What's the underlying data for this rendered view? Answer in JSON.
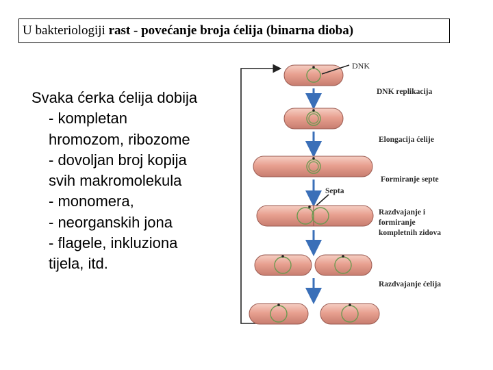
{
  "slide": {
    "title_plain": "U bakteriologiji ",
    "title_bold": "rast - povećanje broja ćelija (binarna dioba)"
  },
  "body": {
    "lead": "Svaka ćerka ćelija dobija",
    "items": [
      "- kompletan",
      "hromozom, ribozome",
      "- dovoljan broj kopija",
      "svih makromolekula",
      "- monomera,",
      "- neorganskih jona",
      "- flagele, inkluziona",
      "tijela, itd."
    ]
  },
  "diagram": {
    "labels": {
      "dnk": "DNK",
      "septa": "Septa",
      "step1": "DNK replikacija",
      "step2": "Elongacija ćelije",
      "step3": "Formiranje septe",
      "step4_l1": "Razdvajanje i",
      "step4_l2": "formiranje",
      "step4_l3": "kompletnih zidova",
      "step5": "Razdvajanje ćelija"
    },
    "colors": {
      "cell_fill": "#e8a090",
      "cell_stroke": "#9a5a50",
      "dna_ring": "#6a9a50",
      "arrow": "#3a6fb8",
      "loop_line": "#222222"
    }
  }
}
